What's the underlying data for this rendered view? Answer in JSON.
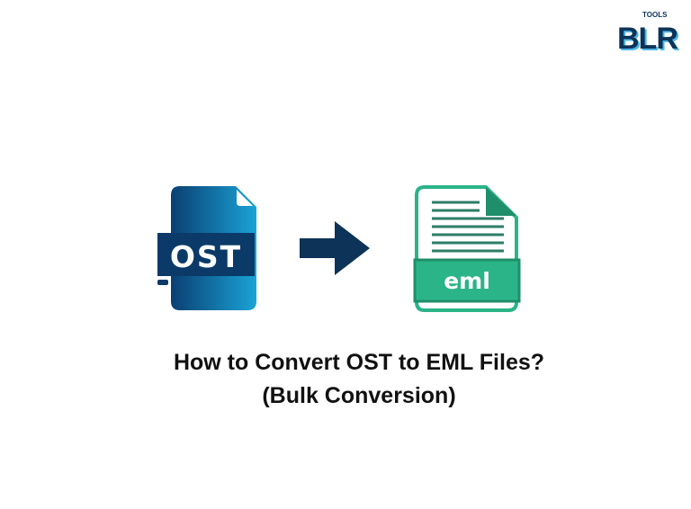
{
  "logo": {
    "text": "BLR",
    "superscript": "TOOLS"
  },
  "source_icon": {
    "label": "OST",
    "color": "#0b4a7a"
  },
  "target_icon": {
    "label": "eml",
    "color": "#2bb487"
  },
  "arrow": {
    "color": "#0d3358"
  },
  "title": {
    "line1": "How to Convert OST to EML Files?",
    "line2": "(Bulk Conversion)"
  }
}
